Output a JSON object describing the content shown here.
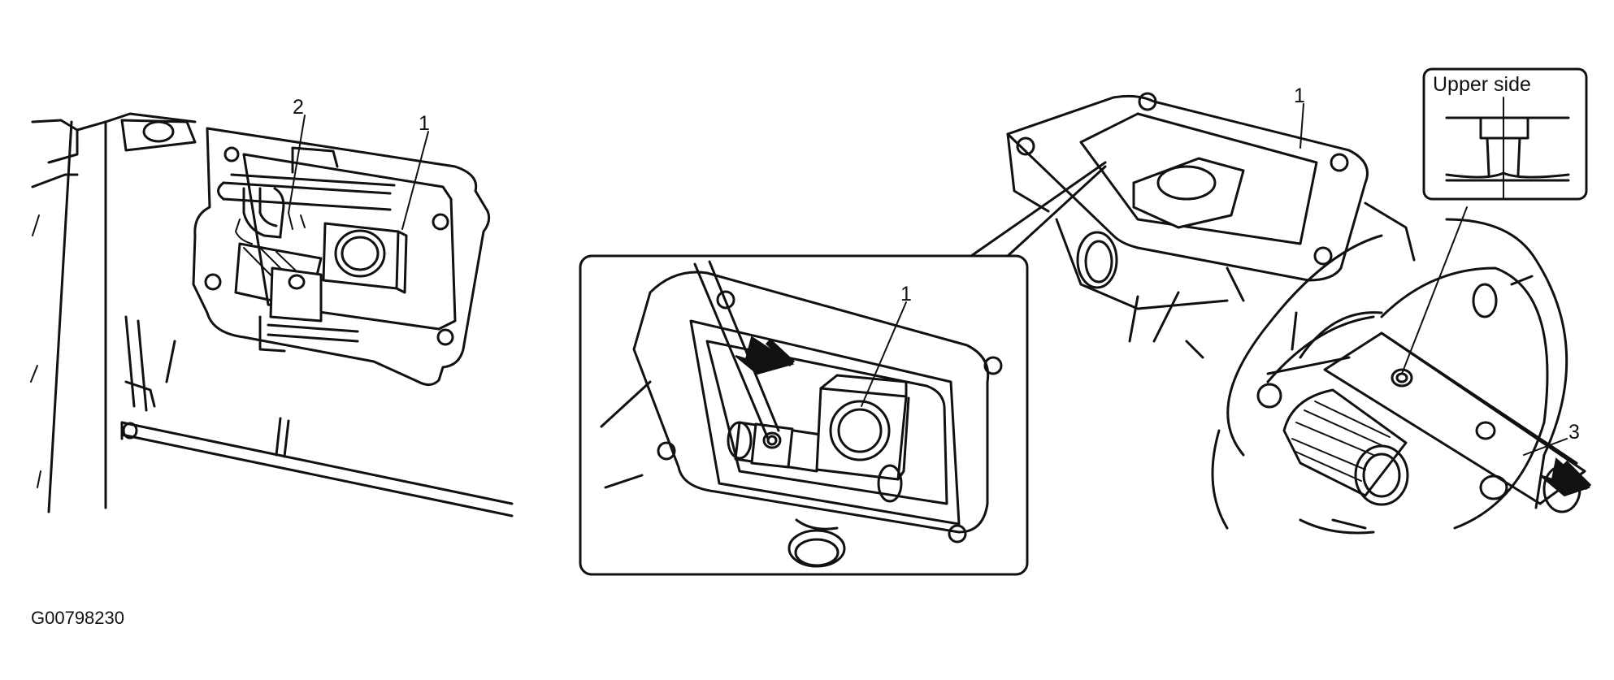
{
  "figure_code": "G00798230",
  "left_view": {
    "callouts": [
      "2",
      "1"
    ]
  },
  "middle_view": {
    "callouts": [
      "1"
    ]
  },
  "right_view": {
    "callouts": [
      "1",
      "3"
    ],
    "inset_title": "Upper side"
  },
  "icons": [
    "arrow-icon"
  ]
}
